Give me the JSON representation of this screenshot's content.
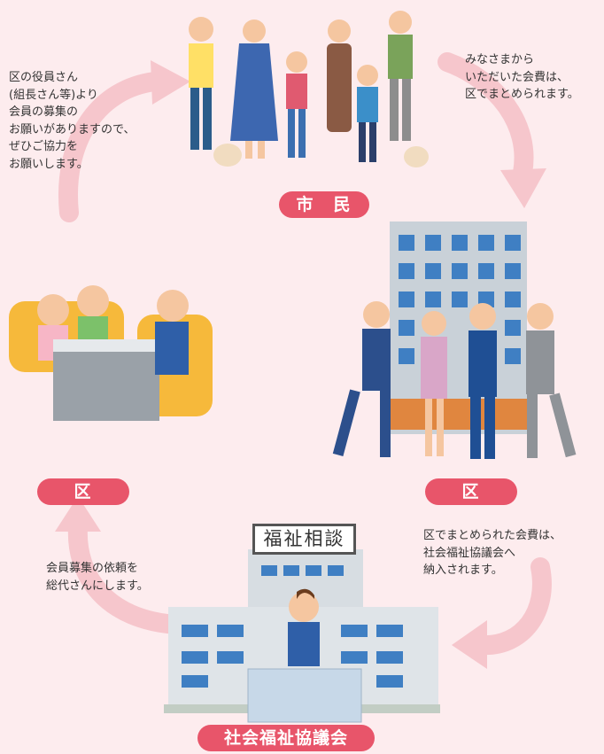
{
  "labels": {
    "citizens": "市　民",
    "ward_left": "区",
    "ward_right": "区",
    "council": "社会福祉協議会",
    "sign": "福祉相談"
  },
  "notes": {
    "top_left": "区の役員さん\n(組長さん等)より\n会員の募集の\nお願いがありますので、\nぜひご協力を\nお願いします。",
    "top_right": "みなさまから\nいただいた会費は、\n区でまとめられます。",
    "bottom_left": "会員募集の依頼を\n総代さんにします。",
    "bottom_right": "区でまとめられた会費は、\n社会福祉協議会へ\n納入されます。"
  },
  "icons": {
    "arrow": "curved-arrow-icon"
  },
  "colors": {
    "background": "#fdecee",
    "accent": "#e8556a",
    "arrow": "#f6c6cc",
    "building": "#cfd6dc"
  }
}
